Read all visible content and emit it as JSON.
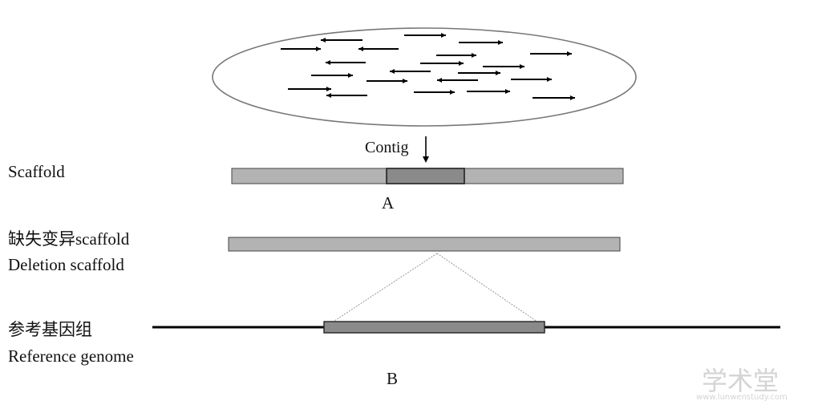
{
  "labels": {
    "contig": "Contig",
    "scaffold": "Scaffold",
    "label_a": "A",
    "deletion_cn": "缺失变异scaffold",
    "deletion_en": "Deletion scaffold",
    "reference_cn": "参考基因组",
    "reference_en": "Reference genome",
    "label_b": "B"
  },
  "reads": [
    {
      "direction": "right"
    },
    {
      "direction": "left"
    },
    {
      "direction": "left"
    },
    {
      "direction": "right"
    },
    {
      "direction": "right"
    },
    {
      "direction": "right"
    },
    {
      "direction": "left"
    },
    {
      "direction": "right"
    },
    {
      "direction": "right"
    },
    {
      "direction": "right"
    },
    {
      "direction": "right"
    },
    {
      "direction": "right"
    },
    {
      "direction": "left"
    },
    {
      "direction": "left"
    },
    {
      "direction": "right"
    },
    {
      "direction": "right"
    },
    {
      "direction": "right"
    },
    {
      "direction": "left"
    },
    {
      "direction": "right"
    },
    {
      "direction": "right"
    },
    {
      "direction": "right"
    },
    {
      "direction": "left"
    }
  ],
  "colors": {
    "bar_light": "#b3b3b3",
    "bar_dark": "#8a8a8a",
    "outline": "#444444",
    "ellipse_stroke": "#777777",
    "dotted_line": "#999999"
  },
  "watermark": {
    "title": "学术堂",
    "url": "www.lunwenstudy.com"
  }
}
